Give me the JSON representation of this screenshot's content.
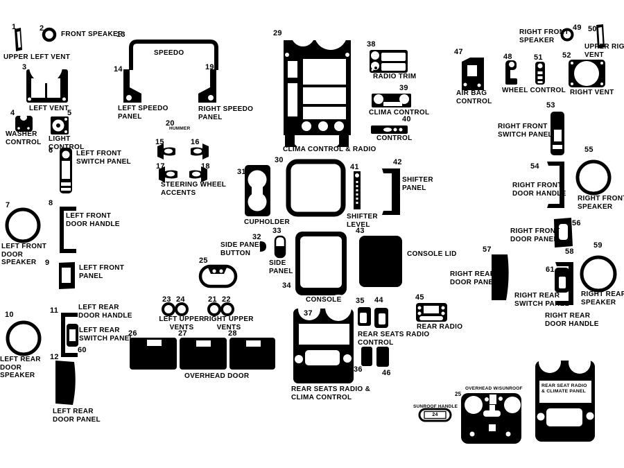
{
  "diagram": {
    "background": "#ffffff",
    "ink": "#000000",
    "description": "Dash trim kit parts diagram"
  },
  "parts": {
    "p1": {
      "num": "1",
      "label": "UPPER LEFT VENT"
    },
    "p2": {
      "num": "2",
      "label": "FRONT SPEAKER"
    },
    "p3": {
      "num": "3",
      "label": "LEFT VENT"
    },
    "p4": {
      "num": "4",
      "label": "WASHER CONTROL"
    },
    "p5": {
      "num": "5",
      "label": "LIGHT CONTROL"
    },
    "p6": {
      "num": "6",
      "label": "LEFT FRONT SWITCH PANEL"
    },
    "p7": {
      "num": "7",
      "label": "LEFT FRONT DOOR SPEAKER"
    },
    "p8": {
      "num": "8",
      "label": "LEFT FRONT DOOR HANDLE"
    },
    "p9": {
      "num": "9",
      "label": "LEFT FRONT PANEL"
    },
    "p10": {
      "num": "10",
      "label": "LEFT REAR DOOR SPEAKER"
    },
    "p11": {
      "num": "11",
      "label": "LEFT REAR DOOR HANDLE"
    },
    "p60": {
      "num": "60",
      "label": "LEFT REAR SWITCH PANEL"
    },
    "p12": {
      "num": "12",
      "label": "LEFT REAR DOOR PANEL"
    },
    "p13": {
      "num": "13",
      "label": "SPEEDO"
    },
    "p14": {
      "num": "14",
      "label": "LEFT SPEEDO PANEL"
    },
    "p19": {
      "num": "19",
      "label": "RIGHT SPEEDO PANEL"
    },
    "p20": {
      "num": "20",
      "label": "HUMMER"
    },
    "p15": {
      "num": "15"
    },
    "p16": {
      "num": "16"
    },
    "p17": {
      "num": "17"
    },
    "p18": {
      "num": "18",
      "label": "STEERING WHEEL ACCENTS"
    },
    "p29": {
      "num": "29",
      "label": "CLIMA CONTROL & RADIO"
    },
    "p38": {
      "num": "38",
      "label": "RADIO TRIM"
    },
    "p39": {
      "num": "39",
      "label": "CLIMA CONTROL"
    },
    "p40": {
      "num": "40",
      "label": "CONTROL"
    },
    "p30": {
      "num": "30"
    },
    "p31": {
      "num": "31",
      "label": "CUPHOLDER"
    },
    "p41": {
      "num": "41",
      "label": "SHIFTER LEVEL"
    },
    "p42": {
      "num": "42",
      "label": "SHIFTER PANEL"
    },
    "p32": {
      "num": "32",
      "label": "SIDE PANEL BUTTON"
    },
    "p33": {
      "num": "33",
      "label": "SIDE PANEL"
    },
    "p25a": {
      "num": "25"
    },
    "p34": {
      "num": "34",
      "label": "CONSOLE"
    },
    "p43": {
      "num": "43",
      "label": "CONSOLE LID"
    },
    "p47": {
      "num": "47",
      "label": "AIR BAG CONTROL"
    },
    "p48": {
      "num": "48"
    },
    "p51": {
      "num": "51",
      "label": "WHEEL CONTROL"
    },
    "p52": {
      "num": "52",
      "label": "RIGHT VENT"
    },
    "p49": {
      "num": "49",
      "label": "RIGHT FRONT SPEAKER"
    },
    "p50": {
      "num": "50",
      "label": "UPPER RIGHT VENT"
    },
    "p53": {
      "num": "53",
      "label": "RIGHT FRONT SWITCH PANEL"
    },
    "p54": {
      "num": "54",
      "label": "RIGHT FRONT DOOR HANDLE"
    },
    "p55": {
      "num": "55",
      "label": "RIGHT FRONT SPEAKER"
    },
    "p56": {
      "num": "56",
      "label": "RIGHT FRONT DOOR PANEL"
    },
    "p57": {
      "num": "57",
      "label": "RIGHT REAR DOOR PANEL"
    },
    "p58": {
      "num": "58",
      "label": "RIGHT REAR DOOR HANDLE"
    },
    "p61": {
      "num": "61",
      "label": "RIGHT REAR SWITCH PANEL"
    },
    "p59": {
      "num": "59",
      "label": "RIGHT REAR SPEAKER"
    },
    "p23": {
      "num": "23"
    },
    "p24": {
      "num": "24",
      "label": "LEFT UPPER VENTS"
    },
    "p21": {
      "num": "21"
    },
    "p22": {
      "num": "22",
      "label": "RIGHT UPPER VENTS"
    },
    "p26": {
      "num": "26"
    },
    "p27": {
      "num": "27"
    },
    "p28": {
      "num": "28",
      "label": "OVERHEAD DOOR"
    },
    "p37": {
      "num": "37",
      "label": "REAR SEATS RADIO & CLIMA CONTROL"
    },
    "p35": {
      "num": "35"
    },
    "p44": {
      "num": "44",
      "label": "REAR SEATS RADIO CONTROL"
    },
    "p36": {
      "num": "36"
    },
    "p46": {
      "num": "46"
    },
    "p45": {
      "num": "45",
      "label": "REAR RADIO"
    },
    "sunroof_handle": {
      "num": "24",
      "label": "SUNROOF HANDLE"
    },
    "p25b": {
      "num": "25",
      "label": "OVERHEAD W/SUNROOF"
    },
    "rear_seat_panel": {
      "label": "REAR SEAT RADIO & CLIMATE PANEL"
    }
  }
}
